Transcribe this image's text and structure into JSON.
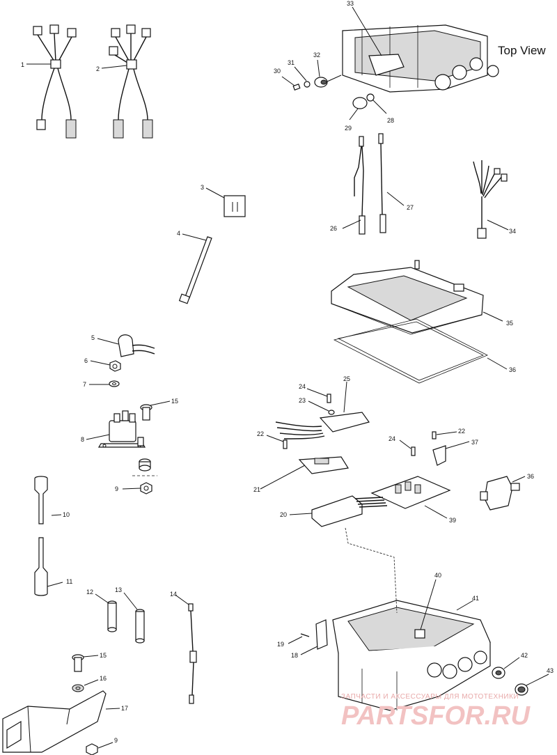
{
  "title": "Top View",
  "callouts": {
    "c1": "1",
    "c2": "2",
    "c3": "3",
    "c4": "4",
    "c5": "5",
    "c6": "6",
    "c7": "7",
    "c8": "8",
    "c9a": "9",
    "c9b": "9",
    "c10": "10",
    "c11": "11",
    "c12": "12",
    "c13": "13",
    "c14": "14",
    "c15a": "15",
    "c15b": "15",
    "c16": "16",
    "c17": "17",
    "c18": "18",
    "c19": "19",
    "c20": "20",
    "c21": "21",
    "c22a": "22",
    "c22b": "22",
    "c23": "23",
    "c24a": "24",
    "c24b": "24",
    "c25": "25",
    "c26": "26",
    "c27": "27",
    "c28": "28",
    "c29": "29",
    "c30": "30",
    "c31": "31",
    "c32": "32",
    "c33": "33",
    "c34": "34",
    "c35": "35",
    "c36a": "36",
    "c36b": "36",
    "c37": "37",
    "c39": "39",
    "c40": "40",
    "c41": "41",
    "c42": "42",
    "c43": "43"
  },
  "watermark": {
    "line1": "ЗАПЧАСТИ И АКСЕССУАРЫ ДЛЯ МОТОТЕХНИКИ",
    "line2": "PARTSFOR.RU"
  }
}
